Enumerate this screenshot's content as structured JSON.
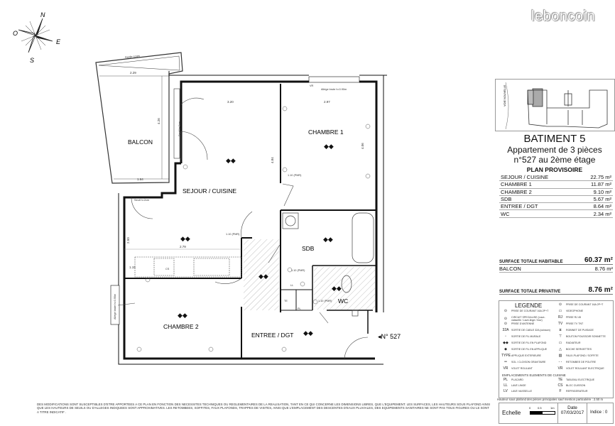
{
  "watermark": "leboncoin",
  "compass": {
    "north": "N",
    "east": "E",
    "south": "S",
    "west": "O"
  },
  "plan": {
    "rooms": {
      "balcon": "BALCON",
      "sejour": "SEJOUR / CUISINE",
      "chambre1": "CHAMBRE 1",
      "chambre2": "CHAMBRE 2",
      "sdb": "SDB",
      "wc": "WC",
      "entree": "ENTREE / DGT"
    },
    "apartment_tag": "N° 527",
    "dimensions": {
      "balcon_width": "2.29",
      "balcon_depth": "4.26",
      "balcon_bottom": "1.64",
      "sejour_width": "3.20",
      "chambre1_width": "2.97",
      "sejour_depth": "4.84",
      "chambre1_depth": "4.06",
      "kitchen_depth": "2.50",
      "kitchen_width": "2.79",
      "counter_height": "1.15"
    },
    "annotations": {
      "garde_corps": "Garde-corps",
      "allege_ch1": "Allège brute h=0.90m",
      "seuil_balcon": "Seuil h=2cm",
      "seuil_sejour": "Seuil h=2cm",
      "allege_ch2": "Allège brute h=0.90m",
      "pmr_ch1": "1.10 (PMR)",
      "pmr_sejour": "1.10 (PMR)",
      "pmr_sdb": "1.10 (PMR)",
      "pmr_wc": "1.10 (PMR)",
      "te": "TE",
      "pl": "PL",
      "cs": "CS",
      "ll": "LL",
      "vr": "VR",
      "site_street": "VOIE NOUVELLE"
    }
  },
  "header": {
    "building": "BATIMENT 5",
    "apartment": "Appartement de 3 pièces",
    "unit": "n°527 au 2ème étage",
    "plan_status": "PLAN PROVISOIRE"
  },
  "areas": [
    {
      "room": "SEJOUR / CUISINE",
      "area": "22.75 m²"
    },
    {
      "room": "CHAMBRE 1",
      "area": "11.87 m²"
    },
    {
      "room": "CHAMBRE 2",
      "area": "9.10 m²"
    },
    {
      "room": "SDB",
      "area": "5.67 m²"
    },
    {
      "room": "ENTREE / DGT",
      "area": "8.64 m²"
    },
    {
      "room": "WC",
      "area": "2.34 m²"
    }
  ],
  "totals": {
    "habitable_label": "SURFACE TOTALE HABITABLE",
    "habitable_value": "60.37 m²",
    "balcon_label": "BALCON",
    "balcon_value": "8.76 m²",
    "privative_label": "SURFACE TOTALE PRIVATIVE",
    "privative_value": "8.76 m²"
  },
  "legend": {
    "title": "LEGENDE",
    "left": [
      {
        "symbol": "⊙",
        "label": "PRISE DE COURANT 16A 2P+T"
      },
      {
        "symbol": "⊙",
        "label": "CIRCUIT SPECIALISE (Lave-vaisselle / Lave-linge / four)"
      },
      {
        "symbol": "⊙",
        "label": "PRISE D'ANTENNE"
      },
      {
        "symbol": "32A",
        "label": "SORTIE DE CABLE 32A (cuisson)"
      },
      {
        "symbol": "▫",
        "label": "SORTIE DE FIL MURALE"
      },
      {
        "symbol": "◆◆",
        "label": "SORTIE DE FIL EN PLAFOND"
      },
      {
        "symbol": "◆",
        "label": "SORTIE DE FIL EN APPLIQUE"
      },
      {
        "symbol": "TYPE",
        "label": "APPLIQUE EXTERIEURE"
      },
      {
        "symbol": "═",
        "label": "SOL / CLOISON GRAVITAIRE"
      },
      {
        "symbol": "VR",
        "label": "VOLET ROULANT"
      }
    ],
    "right": [
      {
        "symbol": "⊙",
        "label": "PRISE DE COURANT 16A 2P+T"
      },
      {
        "symbol": "▭",
        "label": "VIDEOPHONE"
      },
      {
        "symbol": "RJ",
        "label": "PRISE RJ 45"
      },
      {
        "symbol": "TV",
        "label": "PRISE TV TNT"
      },
      {
        "symbol": "⧖",
        "label": "ROBINET DE PUISAGE"
      },
      {
        "symbol": "⊤",
        "label": "BOUTON POUSSOIR SONNETTE"
      },
      {
        "symbol": "▭",
        "label": "RADIATEUR"
      },
      {
        "symbol": "△",
        "label": "BOCHE SERVIETTES"
      },
      {
        "symbol": "▨",
        "label": "FAUX-PLAFOND / SOFFITE"
      },
      {
        "symbol": "- -",
        "label": "RETOMBEE DE POUTRE"
      },
      {
        "symbol": "VR",
        "label": "VOLET ROULANT ELECTRIQUE"
      }
    ],
    "kitchen_title": "EMPLACEMENTS ELEMENTS DE CUISINE",
    "kitchen": [
      {
        "code": "PL",
        "label": "PLACARD"
      },
      {
        "code": "TE",
        "label": "TABLEAU ELECTRIQUE"
      },
      {
        "code": "LL",
        "label": "LAVE LINGE"
      },
      {
        "code": "CS",
        "label": "BLOC CUISSON"
      },
      {
        "code": "LV",
        "label": "LAVE VAISSELLE"
      },
      {
        "code": "F",
        "label": "REFRIGERATEUR"
      }
    ]
  },
  "height_note": "Hauteur sous plafond des pièces principales sauf mention particulière : 2.50 m",
  "footer": {
    "scale_label": "Echelle",
    "scale_ticks": [
      "0",
      "0.5",
      "1m"
    ],
    "date_label": "Date",
    "date_value": "07/03/2017",
    "index_label": "Indice : 0"
  },
  "disclaimer": "DES MODIFICATIONS SONT SUSCEPTIBLES D'ETRE APPORTEES A CE PLAN EN FONCTION DES NECESSITES TECHNIQUES OU REGLEMENTAIRES DE LA REALISATION, TANT EN CE QUI CONCERNE LES DIMENSIONS LIBRES, QUE L'EQUIPEMENT. LES SURFACES, LES HAUTEURS SOUS PLAFOND AINSI QUE LES HAUTEURS DE SEUILS OU D'ALLEGES INDIQUEES SONT APPROXIMATIVES. LES RETOMBEES, SOFFITES, FAUX PLAFONDS, TRAPPES DE VISITES, AINSI QUE L'EMPLACEMENT DES DESCENTES D'EAUX PLUVIALES, DES EQUIPEMENTS SANITAIRES NE SONT PAS TOUS FIGURES OU LE SONT A TITRE INDICATIF ."
}
